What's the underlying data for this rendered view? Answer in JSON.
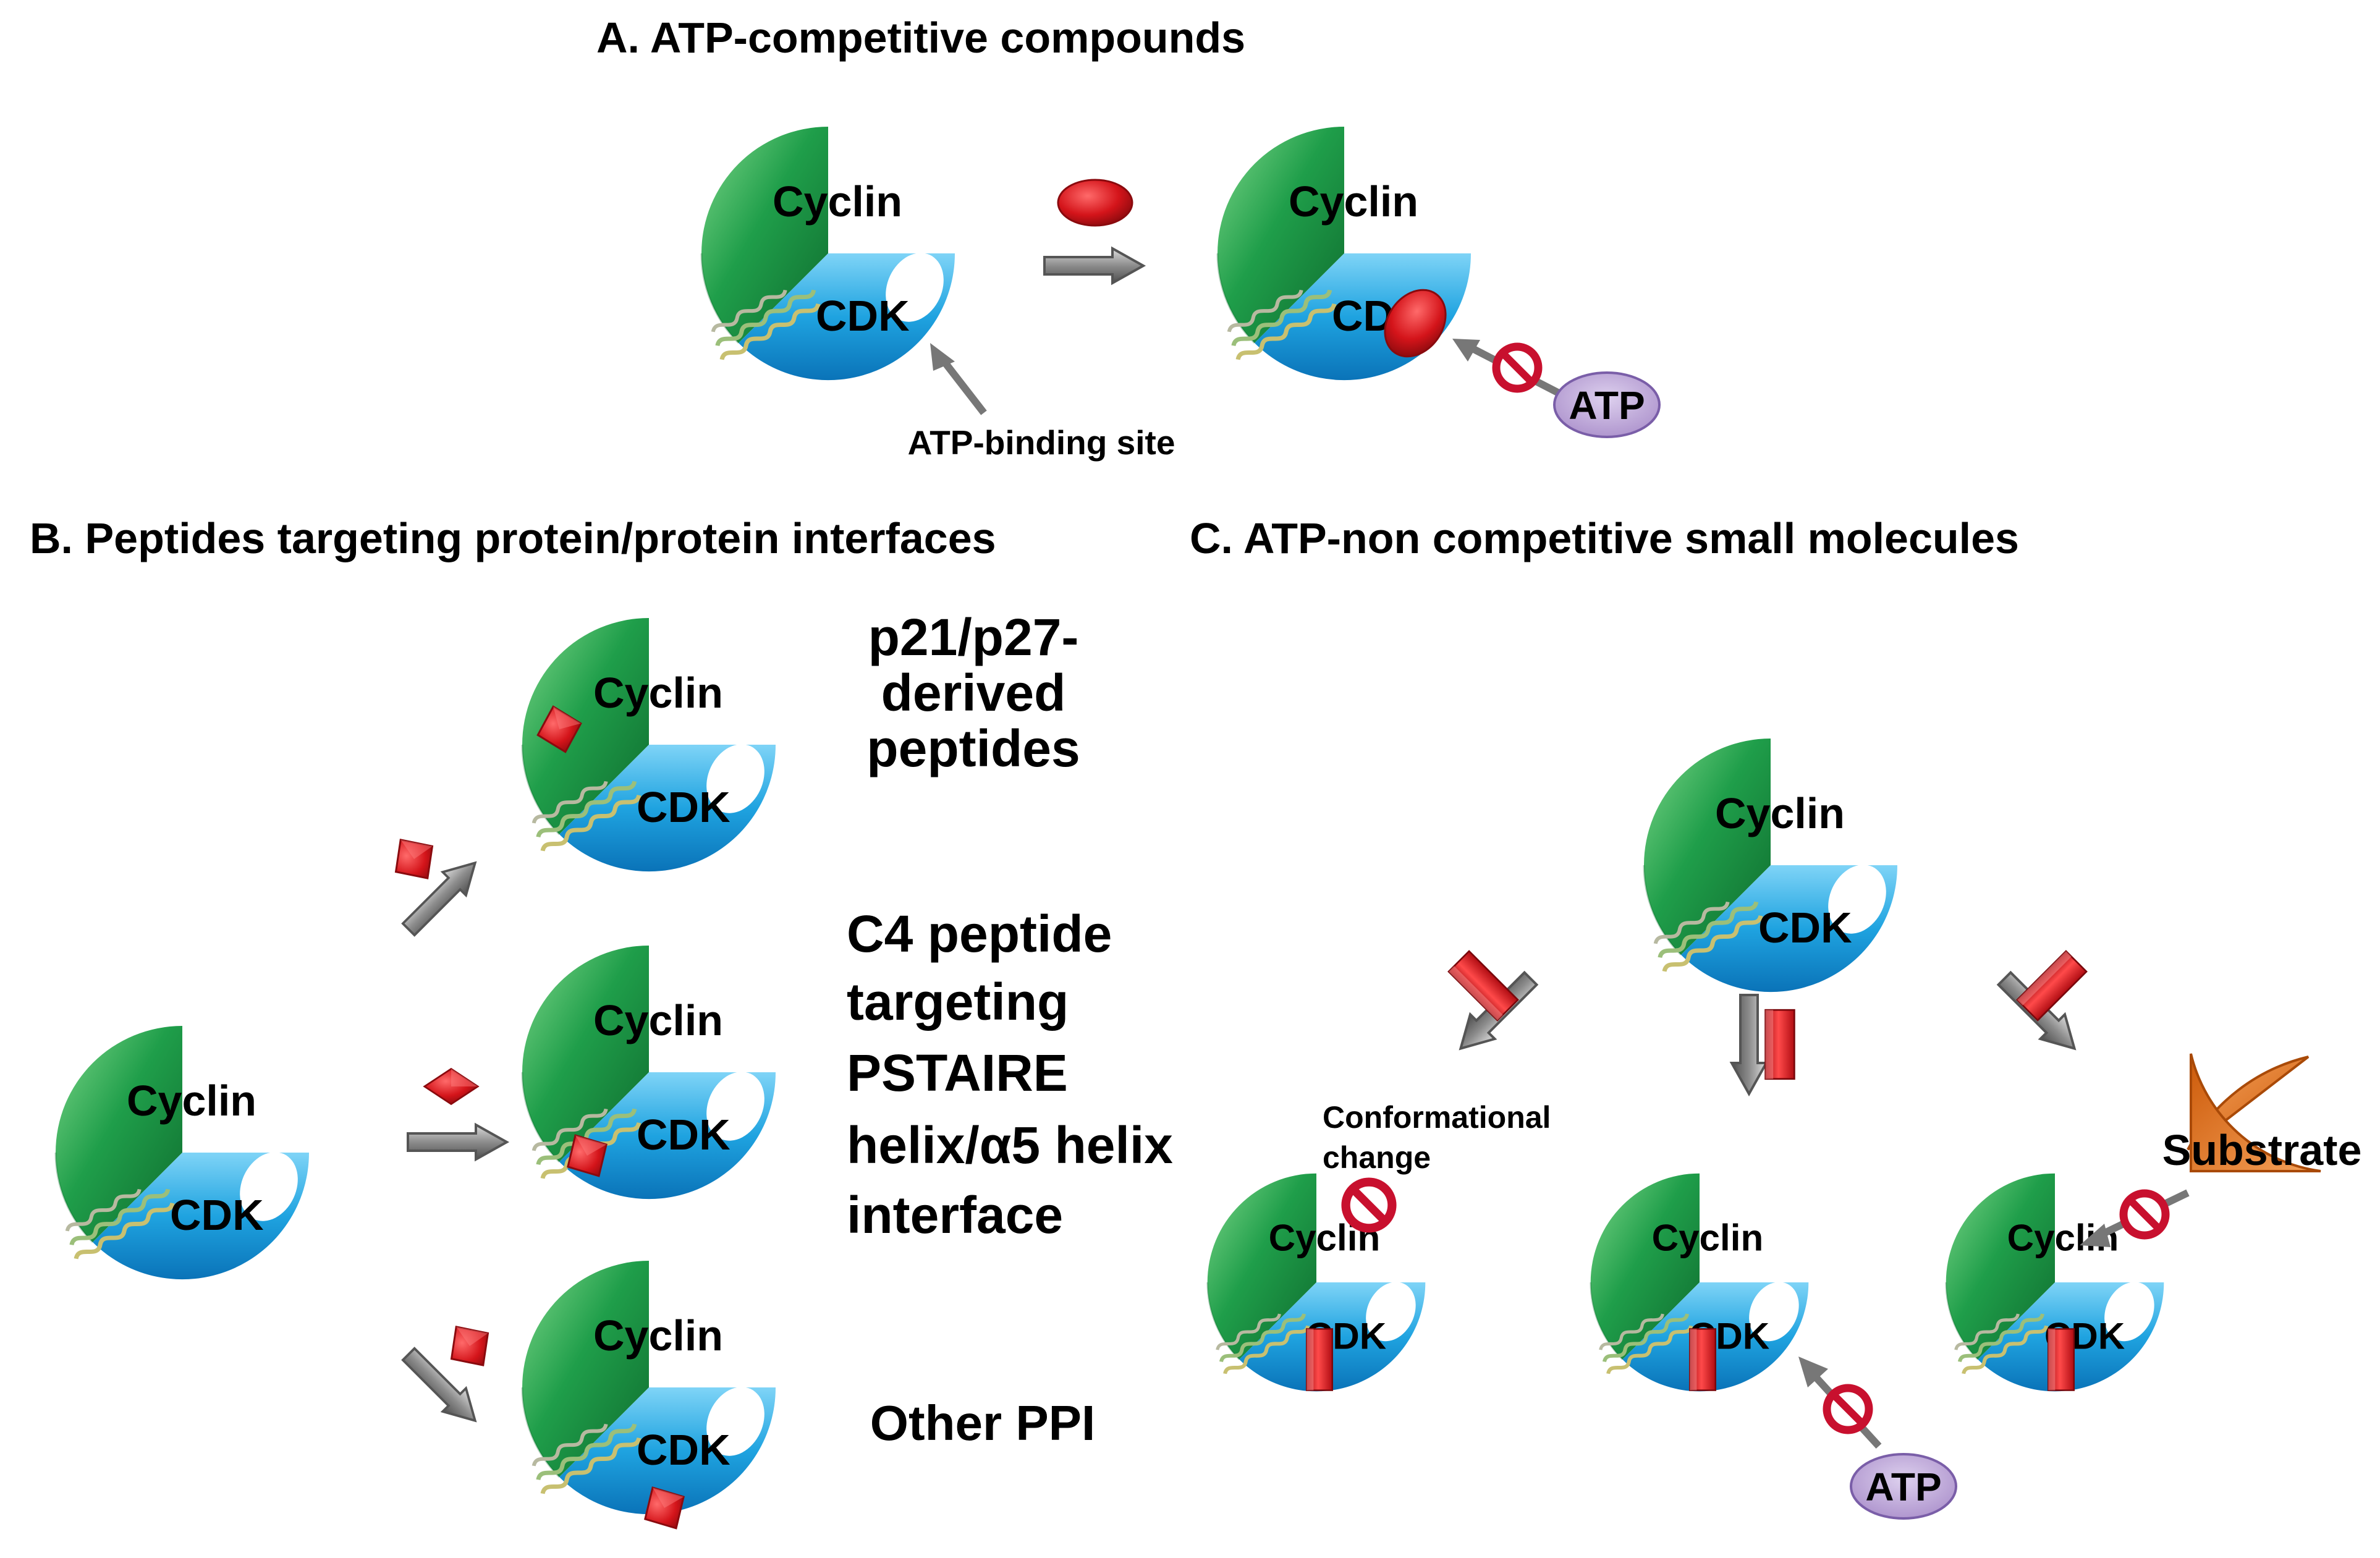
{
  "panels": {
    "a": {
      "title": "A. ATP-competitive compounds",
      "site_label": "ATP-binding site",
      "atp": "ATP"
    },
    "b": {
      "title": "B. Peptides targeting protein/protein interfaces",
      "labels": {
        "p21_l1": "p21/p27-",
        "p21_l2": "derived",
        "p21_l3": "peptides",
        "c4_l1": "C4 peptide",
        "c4_l2": "targeting",
        "c4_l3": "PSTAIRE",
        "c4_l4": "helix/α5 helix",
        "c4_l5": "interface",
        "ppi": "Other PPI"
      }
    },
    "c": {
      "title": "C. ATP-non competitive small molecules",
      "conf_l1": "Conformational",
      "conf_l2": "change",
      "atp": "ATP",
      "substrate": "Substrate"
    }
  },
  "complex": {
    "cyclin": "Cyclin",
    "cdk": "CDK"
  },
  "colors": {
    "cyclin": "#1f9e4a",
    "cdk": "#1fa3e0",
    "inhibitor": "#d4141a",
    "arrow": "#8c8c8c",
    "atp": "#c6b2dd",
    "substrate": "#e8711a",
    "no_sign": "#c8102e"
  }
}
